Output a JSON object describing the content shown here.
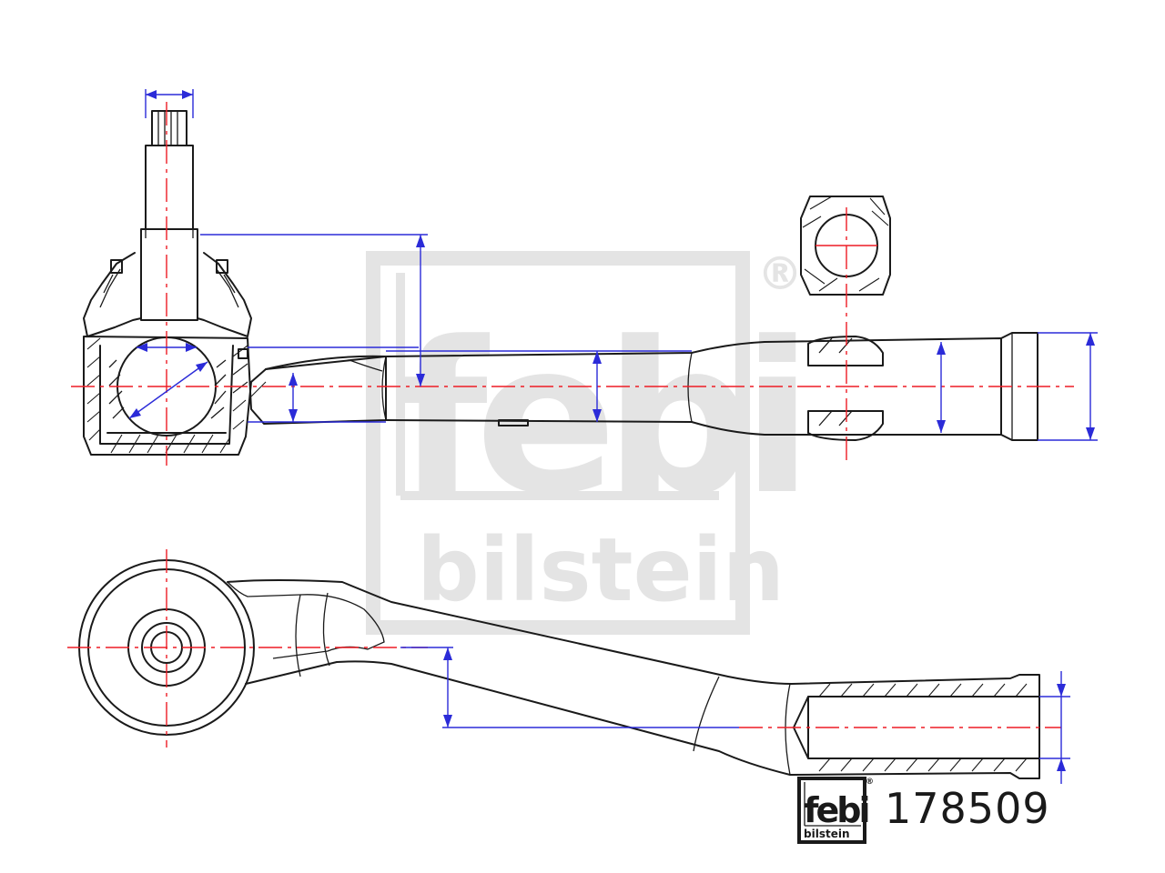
{
  "watermark": {
    "brand_main": "febi",
    "brand_sub": "bilstein",
    "registered_mark": "®"
  },
  "logo": {
    "brand_main": "febi",
    "brand_sub": "bilstein",
    "registered_mark": "®"
  },
  "part_number": "178509",
  "colors": {
    "outline": "#1a1a1a",
    "centerline": "#ee1c25",
    "dimension": "#2b2bd8",
    "watermark": "#e4e4e4"
  }
}
